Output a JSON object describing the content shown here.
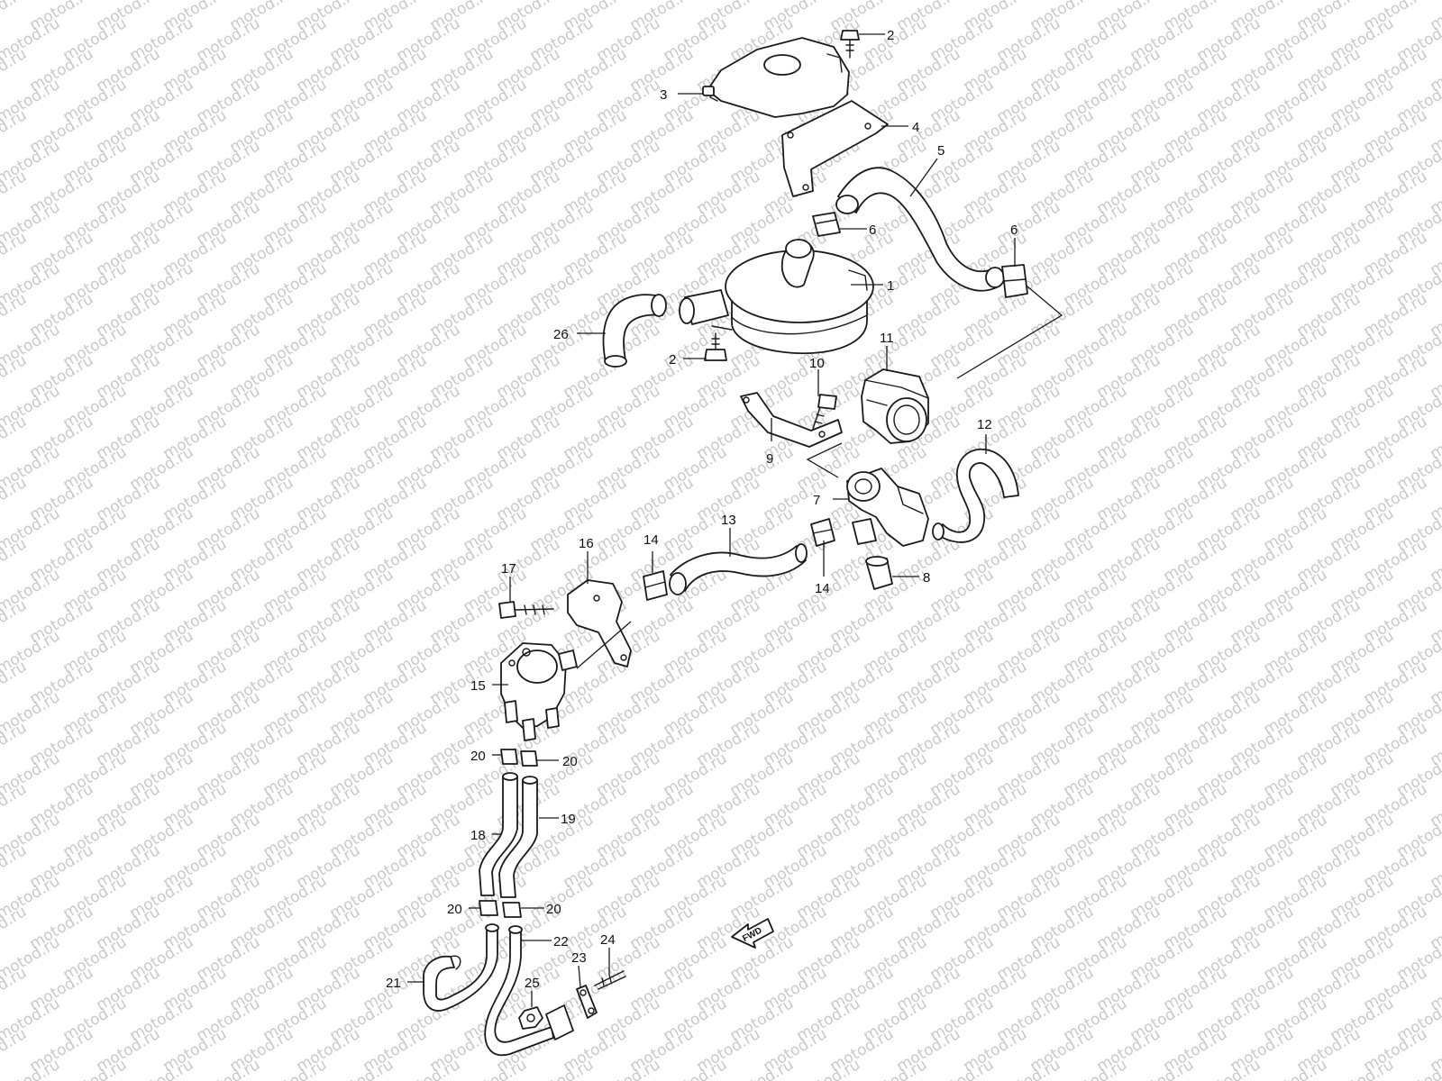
{
  "watermark": {
    "text": "motod.ru"
  },
  "direction_arrow": {
    "label": "FWD"
  },
  "callouts": {
    "c1": "1",
    "c2a": "2",
    "c2b": "2",
    "c3": "3",
    "c4": "4",
    "c5": "5",
    "c6a": "6",
    "c6b": "6",
    "c7": "7",
    "c8": "8",
    "c9": "9",
    "c10": "10",
    "c11": "11",
    "c12": "12",
    "c13": "13",
    "c14a": "14",
    "c14b": "14",
    "c15": "15",
    "c16": "16",
    "c17": "17",
    "c18": "18",
    "c19": "19",
    "c20a": "20",
    "c20b": "20",
    "c20c": "20",
    "c20d": "20",
    "c21": "21",
    "c22": "22",
    "c23": "23",
    "c24": "24",
    "c25": "25",
    "c26": "26"
  }
}
